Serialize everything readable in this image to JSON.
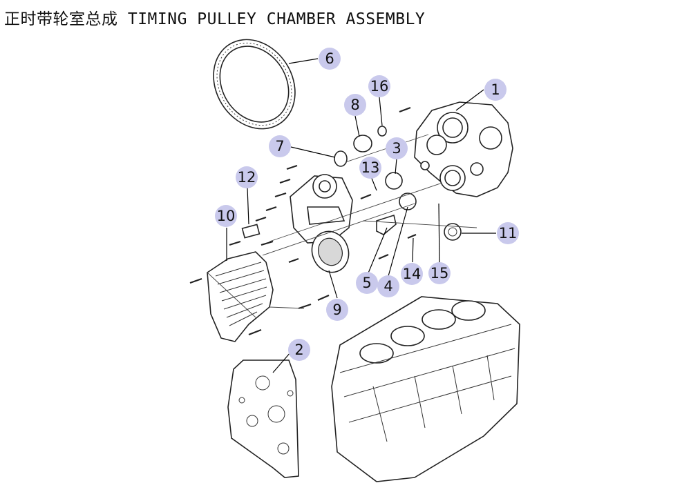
{
  "title": {
    "zh": "正时带轮室总成",
    "en": "TIMING PULLEY CHAMBER ASSEMBLY"
  },
  "callout_fill": "#c9c9ec",
  "callouts": [
    "1",
    "2",
    "3",
    "4",
    "5",
    "6",
    "7",
    "8",
    "9",
    "10",
    "11",
    "12",
    "13",
    "14",
    "15",
    "16"
  ]
}
